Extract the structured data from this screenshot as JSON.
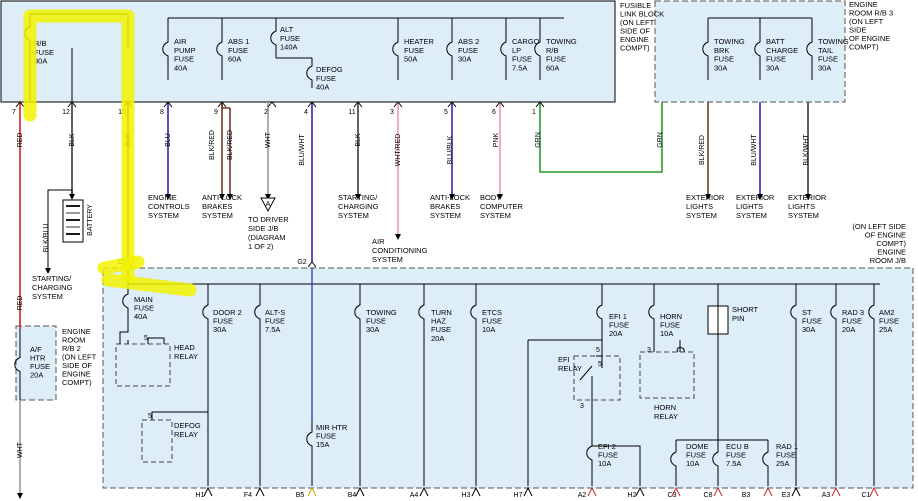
{
  "colors": {
    "block_fill": "#deeef8",
    "highlight": "#f2f200",
    "red": "#c82828",
    "blue": "#2a2ab4",
    "green": "#2a9a2a",
    "pink": "#ec9aa8",
    "brown": "#7a3428",
    "dark": "#3a3a3a"
  },
  "blocks": {
    "fusible": [
      "FUSIBLE",
      "LINK BLOCK",
      "(ON LEFT",
      "SIDE OF",
      "ENGINE",
      "COMPT)"
    ],
    "rb3": [
      "ENGINE",
      "ROOM R/B 3",
      "(ON LEFT",
      "SIDE",
      "OF ENGINE",
      "COMPT)"
    ],
    "jb": [
      "(ON LEFT SIDE",
      "OF ENGINE",
      "COMPT)",
      "ENGINE",
      "ROOM J/B"
    ],
    "rb2": [
      "ENGINE",
      "ROOM",
      "R/B 2",
      "(ON LEFT",
      "SIDE OF",
      "ENGINE",
      "COMPT)"
    ]
  },
  "top_fuses": [
    {
      "lines": [
        "R/B",
        "FUSE",
        "30A"
      ]
    },
    {
      "lines": [
        "AIR",
        "PUMP",
        "FUSE",
        "40A"
      ]
    },
    {
      "lines": [
        "ABS 1",
        "FUSE",
        "60A"
      ]
    },
    {
      "lines": [
        "ALT",
        "FUSE",
        "140A"
      ]
    },
    {
      "lines": [
        "DEFOG",
        "FUSE",
        "40A"
      ]
    },
    {
      "lines": [
        "HEATER",
        "FUSE",
        "50A"
      ]
    },
    {
      "lines": [
        "ABS 2",
        "FUSE",
        "30A"
      ]
    },
    {
      "lines": [
        "CARGO",
        "LP",
        "FUSE",
        "7.5A"
      ]
    },
    {
      "lines": [
        "TOWING",
        "R/B",
        "FUSE",
        "60A"
      ]
    },
    {
      "lines": [
        "TOWING",
        "BRK",
        "FUSE",
        "30A"
      ]
    },
    {
      "lines": [
        "BATT",
        "CHARGE",
        "FUSE",
        "30A"
      ]
    },
    {
      "lines": [
        "TOWING",
        "TAIL",
        "FUSE",
        "30A"
      ]
    }
  ],
  "top_pins": [
    "7",
    "12",
    "10",
    "8",
    "9",
    "2",
    "4",
    "11",
    "3",
    "5",
    "6",
    "1"
  ],
  "wires": [
    "RED",
    "BLK",
    "BLK",
    "BLU",
    "BLK/RED",
    "BLK/RED",
    "WHT",
    "BLU/WHT",
    "BLK",
    "WHT/RED",
    "BLU/BLK",
    "PNK",
    "GRN",
    "GRN",
    "BLK/RED",
    "BLU/WHT",
    "BLK/WHT",
    "BLK/BLU",
    "RED",
    "WHT"
  ],
  "destinations": [
    {
      "lines": [
        "ENGINE",
        "CONTROLS",
        "SYSTEM"
      ]
    },
    {
      "lines": [
        "ANTI-LOCK",
        "BRAKES",
        "SYSTEM"
      ]
    },
    {
      "lines": [
        "TO DRIVER",
        "SIDE J/B",
        "(DIAGRAM",
        "1 OF 2)"
      ]
    },
    {
      "lines": [
        "STARTING/",
        "CHARGING",
        "SYSTEM"
      ]
    },
    {
      "lines": [
        "AIR",
        "CONDITIONING",
        "SYSTEM"
      ]
    },
    {
      "lines": [
        "ANTI-LOCK",
        "BRAKES",
        "SYSTEM"
      ]
    },
    {
      "lines": [
        "BODY",
        "COMPUTER",
        "SYSTEM"
      ]
    },
    {
      "lines": [
        "EXTERIOR",
        "LIGHTS",
        "SYSTEM"
      ]
    },
    {
      "lines": [
        "EXTERIOR",
        "LIGHTS",
        "SYSTEM"
      ]
    },
    {
      "lines": [
        "EXTERIOR",
        "LIGHTS",
        "SYSTEM"
      ]
    },
    {
      "lines": [
        "STARTING/",
        "CHARGING",
        "SYSTEM"
      ]
    }
  ],
  "battery_label": "BATTERY",
  "connector_marker": "A",
  "rb2_fuse": [
    "A/F",
    "HTR",
    "FUSE",
    "20A"
  ],
  "jb_pins_top": [
    "D1",
    "G2"
  ],
  "jb_fuses": [
    {
      "lines": [
        "MAIN",
        "FUSE",
        "40A"
      ]
    },
    {
      "lines": [
        "DOOR 2",
        "FUSE",
        "30A"
      ]
    },
    {
      "lines": [
        "ALT-S",
        "FUSE",
        "7.5A"
      ]
    },
    {
      "lines": [
        "TOWING",
        "FUSE",
        "30A"
      ]
    },
    {
      "lines": [
        "TURN",
        "HAZ",
        "FUSE",
        "20A"
      ]
    },
    {
      "lines": [
        "ETCS",
        "FUSE",
        "10A"
      ]
    },
    {
      "lines": [
        "EFI 1",
        "FUSE",
        "20A"
      ]
    },
    {
      "lines": [
        "HORN",
        "FUSE",
        "10A"
      ]
    },
    {
      "lines": [
        "ST",
        "FUSE",
        "30A"
      ]
    },
    {
      "lines": [
        "RAD 3",
        "FUSE",
        "20A"
      ]
    },
    {
      "lines": [
        "AM2",
        "FUSE",
        "25A"
      ]
    },
    {
      "lines": [
        "MIR HTR",
        "FUSE",
        "15A"
      ]
    },
    {
      "lines": [
        "EFI 2",
        "FUSE",
        "10A"
      ]
    },
    {
      "lines": [
        "DOME",
        "FUSE",
        "10A"
      ]
    },
    {
      "lines": [
        "ECU B",
        "FUSE",
        "7.5A"
      ]
    },
    {
      "lines": [
        "RAD 1",
        "FUSE",
        "25A"
      ]
    }
  ],
  "relays": [
    {
      "lines": [
        "HEAD",
        "RELAY"
      ]
    },
    {
      "lines": [
        "DEFOG",
        "RELAY"
      ]
    },
    {
      "lines": [
        "EFI",
        "RELAY"
      ]
    },
    {
      "lines": [
        "HORN",
        "RELAY"
      ]
    }
  ],
  "relay_pins": [
    "5",
    "5",
    "5",
    "3",
    "5",
    "3"
  ],
  "short_pin": [
    "SHORT",
    "PIN"
  ],
  "bottom_pins": [
    "H1",
    "F4",
    "B5",
    "B4",
    "A4",
    "H3",
    "H7",
    "A2",
    "H2",
    "C3",
    "C8",
    "B3",
    "E3",
    "A3",
    "C1"
  ]
}
